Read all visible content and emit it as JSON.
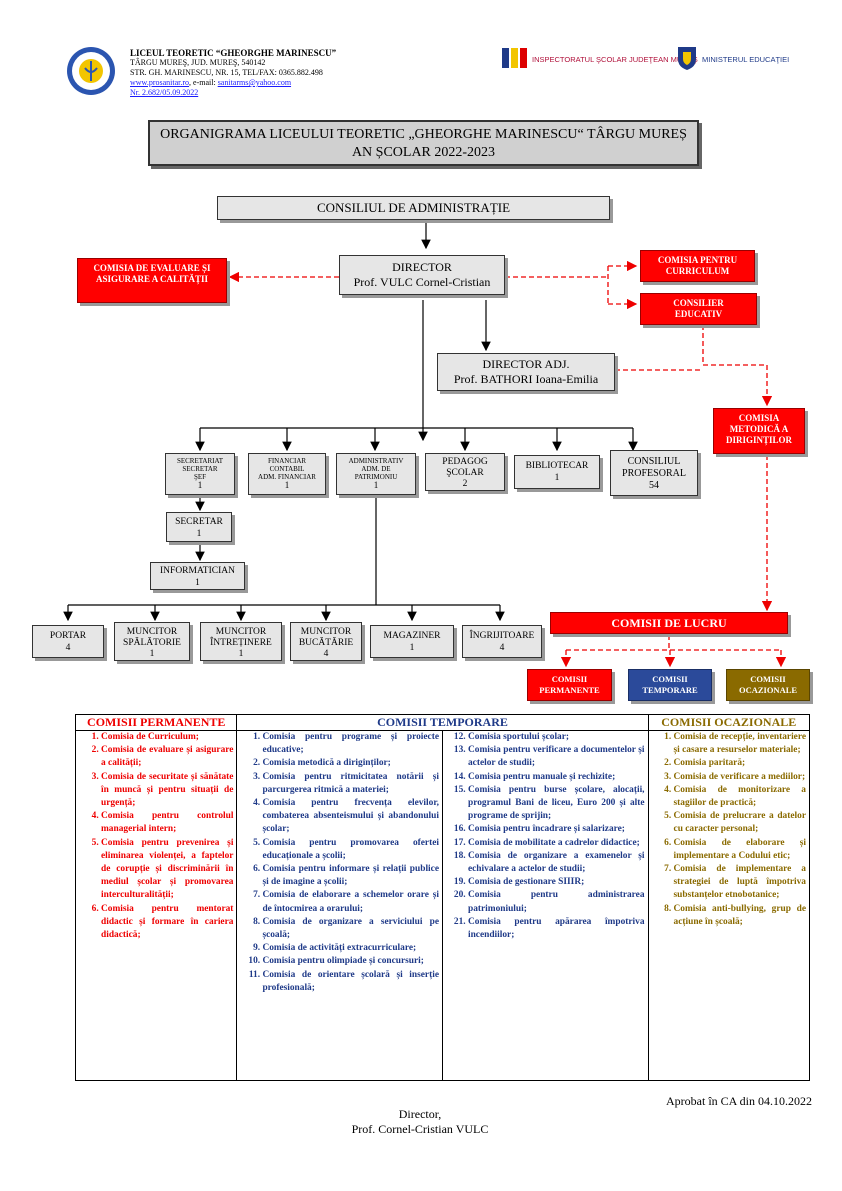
{
  "header": {
    "school_name": "LICEUL TEORETIC “GHEORGHE MARINESCU”",
    "city": "TÂRGU MUREŞ, JUD. MUREŞ, 540142",
    "street": "STR. GH. MARINESCU, NR. 15, TEL/FAX: 0365.882.498",
    "website": "www.prosanitar.ro",
    "email_label": ", e-mail: ",
    "email": "sanitarms@yahoo.com",
    "reg_no": "Nr. 2.682/05.09.2022",
    "isj_text": "INSPECTORATUL ŞCOLAR JUDEŢEAN MUREŞ",
    "minister_text": "MINISTERUL EDUCAŢIEI"
  },
  "title": {
    "line1": "ORGANIGRAMA LICEULUI TEORETIC „GHEORGHE MARINESCU“ TÂRGU MUREȘ",
    "line2": "AN ȘCOLAR 2022-2023"
  },
  "chart": {
    "board": "CONSILIUL DE ADMINISTRAȚIE",
    "director_title": "DIRECTOR",
    "director_name": "Prof. VULC Cornel-Cristian",
    "deputy_title": "DIRECTOR ADJ.",
    "deputy_name": "Prof. BATHORI Ioana-Emilia",
    "quality_commission": "COMISIA DE EVALUARE ȘI ASIGURARE A CALITĂȚII",
    "curriculum_commission": "COMISIA PENTRU CURRICULUM",
    "educational_counselor": "CONSILIER EDUCATIV",
    "form_masters_commission": "COMISIA METODICĂ A DIRIGINȚILOR",
    "secretariat_l1": "SECRETARIAT",
    "secretariat_l2": "SECRETAR",
    "secretariat_l3": "ŞEF",
    "secretariat_count": "1",
    "financial_l1": "FINANCIAR",
    "financial_l2": "CONTABIL",
    "financial_l3": "ADM. FINANCIAR",
    "financial_count": "1",
    "admin_l1": "ADMINISTRATIV",
    "admin_l2": "ADM. DE",
    "admin_l3": "PATRIMONIU",
    "admin_count": "1",
    "pedagogue_l1": "PEDAGOG",
    "pedagogue_l2": "ŞCOLAR",
    "pedagogue_count": "2",
    "librarian": "BIBLIOTECAR",
    "librarian_count": "1",
    "teachers_council_l1": "CONSILIUL",
    "teachers_council_l2": "PROFESORAL",
    "teachers_council_count": "54",
    "secretary": "SECRETAR",
    "secretary_count": "1",
    "it_specialist": "INFORMATICIAN",
    "it_specialist_count": "1",
    "porter": "PORTAR",
    "porter_count": "4",
    "laundry_l1": "MUNCITOR",
    "laundry_l2": "SPĂLĂTORIE",
    "laundry_count": "1",
    "maintenance_l1": "MUNCITOR",
    "maintenance_l2": "ÎNTREȚINERE",
    "maintenance_count": "1",
    "kitchen_l1": "MUNCITOR",
    "kitchen_l2": "BUCĂTĂRIE",
    "kitchen_count": "4",
    "storekeeper": "MAGAZINER",
    "storekeeper_count": "1",
    "caretaker": "ÎNGRIJITOARE",
    "caretaker_count": "4",
    "work_commissions": "COMISII DE LUCRU",
    "permanent_l1": "COMISII",
    "permanent_l2": "PERMANENTE",
    "temporary_l1": "COMISII",
    "temporary_l2": "TEMPORARE",
    "occasional_l1": "COMISII",
    "occasional_l2": "OCAZIONALE",
    "colors": {
      "red": "#ff0000",
      "blue": "#2b4a9a",
      "olive": "#8a6a00",
      "grey": "#e6e6e6"
    }
  },
  "table": {
    "headers": [
      "COMISII PERMANENTE",
      "COMISII TEMPORARE",
      "COMISII OCAZIONALE"
    ],
    "permanent": [
      "Comisia de Curriculum;",
      "Comisia de evaluare și asigurare a calității;",
      "Comisia de securitate și sănătate în muncă și pentru situații de urgență;",
      "Comisia pentru controlul managerial intern;",
      "Comisia pentru prevenirea și eliminarea violenței, a faptelor de corupție și discriminării în mediul școlar și promovarea interculturalității;",
      "Comisia pentru mentorat didactic și formare în cariera didactică;"
    ],
    "temporary_a": [
      "Comisia pentru programe și proiecte educative;",
      "Comisia metodică a diriginților;",
      "Comisia pentru ritmicitatea notării și parcurgerea ritmică a materiei;",
      "Comisia pentru frecvența elevilor, combaterea absenteismului și abandonului școlar;",
      "Comisia pentru promovarea ofertei educaționale a școlii;",
      "Comisia pentru informare și relații publice și de imagine a școlii;",
      "Comisia de elaborare a schemelor orare și de întocmirea a orarului;",
      "Comisia de organizare a serviciului pe școală;",
      "Comisia de activități extracurriculare;",
      "Comisia pentru olimpiade și concursuri;",
      "Comisia de orientare școlară și inserție profesională;"
    ],
    "temporary_b": [
      "Comisia sportului școlar;",
      "Comisia pentru verificare a documentelor și actelor de studii;",
      "Comisia pentru manuale și rechizite;",
      "Comisia pentru burse școlare, alocații, programul Bani de liceu, Euro 200 și alte programe de sprijin;",
      "Comisia pentru încadrare și salarizare;",
      "Comisia de mobilitate a cadrelor didactice;",
      "Comisia de organizare a examenelor și echivalare a actelor de studii;",
      "Comisia de gestionare SIIIR;",
      "Comisia pentru administrarea patrimoniului;",
      "Comisia pentru apărarea împotriva incendiilor;"
    ],
    "occasional": [
      "Comisia de recepție, inventariere și casare a resurselor materiale;",
      "Comisia paritară;",
      "Comisia de verificare a mediilor;",
      "Comisia de monitorizare a stagiilor de practică;",
      "Comisia de prelucrare a datelor cu caracter personal;",
      "Comisia de elaborare și implementare a Codului etic;",
      "Comisia de implementare a strategiei de luptă împotriva substanțelor etnobotanice;",
      "Comisia anti-bullying, grup de acțiune în școală;"
    ]
  },
  "footer": {
    "approved": "Aprobat în CA din 04.10.2022",
    "signer_title": "Director,",
    "signer_name": "Prof. Cornel-Cristian VULC"
  }
}
